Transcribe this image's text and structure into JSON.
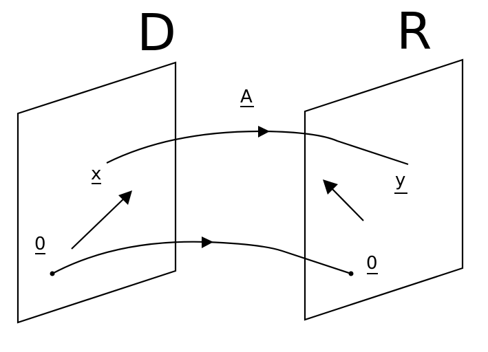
{
  "diagram": {
    "domain_label": "D",
    "range_label": "R",
    "map_label": "A",
    "domain_vector_label": "x",
    "range_vector_label": "y",
    "domain_origin_label": "0",
    "range_origin_label": "0",
    "colors": {
      "stroke": "#000000",
      "background": "#ffffff"
    }
  }
}
